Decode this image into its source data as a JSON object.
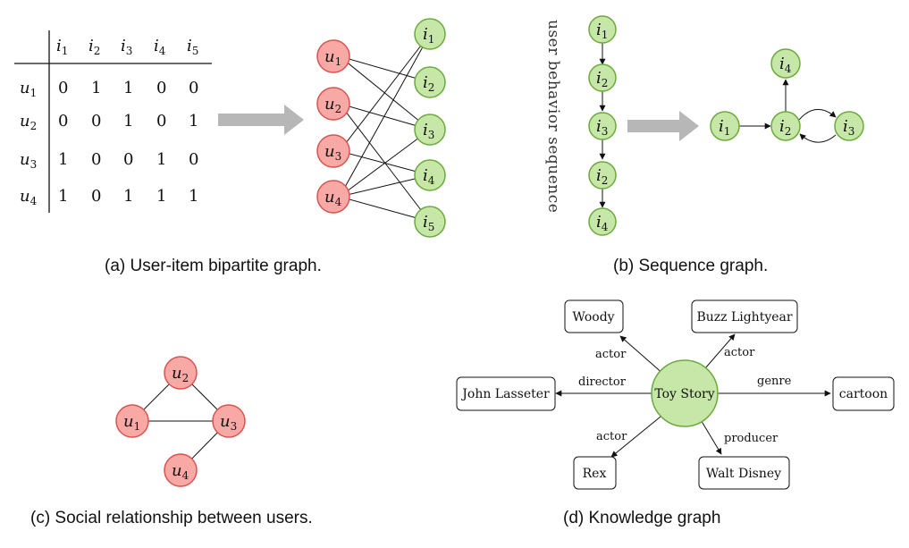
{
  "colors": {
    "user_fill": "#f8a9a5",
    "user_stroke": "#d9534f",
    "item_fill": "#c7e7a8",
    "item_stroke": "#6aab3c",
    "arrow_gray": "#b7b7b7",
    "edge": "#111111"
  },
  "panel_a": {
    "caption": "(a) User-item bipartite graph.",
    "table": {
      "columns": [
        {
          "base": "i",
          "sub": "1"
        },
        {
          "base": "i",
          "sub": "2"
        },
        {
          "base": "i",
          "sub": "3"
        },
        {
          "base": "i",
          "sub": "4"
        },
        {
          "base": "i",
          "sub": "5"
        }
      ],
      "rows": [
        {
          "base": "u",
          "sub": "1",
          "values": [
            "0",
            "1",
            "1",
            "0",
            "0"
          ]
        },
        {
          "base": "u",
          "sub": "2",
          "values": [
            "0",
            "0",
            "1",
            "0",
            "1"
          ]
        },
        {
          "base": "u",
          "sub": "3",
          "values": [
            "1",
            "0",
            "0",
            "1",
            "0"
          ]
        },
        {
          "base": "u",
          "sub": "4",
          "values": [
            "1",
            "0",
            "1",
            "1",
            "1"
          ]
        }
      ]
    },
    "users": [
      {
        "base": "u",
        "sub": "1"
      },
      {
        "base": "u",
        "sub": "2"
      },
      {
        "base": "u",
        "sub": "3"
      },
      {
        "base": "u",
        "sub": "4"
      }
    ],
    "items": [
      {
        "base": "i",
        "sub": "1"
      },
      {
        "base": "i",
        "sub": "2"
      },
      {
        "base": "i",
        "sub": "3"
      },
      {
        "base": "i",
        "sub": "4"
      },
      {
        "base": "i",
        "sub": "5"
      }
    ]
  },
  "panel_b": {
    "caption": "(b) Sequence graph.",
    "sequence_label": "user behavior sequence",
    "sequence": [
      {
        "base": "i",
        "sub": "1"
      },
      {
        "base": "i",
        "sub": "2"
      },
      {
        "base": "i",
        "sub": "3"
      },
      {
        "base": "i",
        "sub": "2"
      },
      {
        "base": "i",
        "sub": "4"
      }
    ],
    "graph_nodes": [
      {
        "base": "i",
        "sub": "1"
      },
      {
        "base": "i",
        "sub": "2"
      },
      {
        "base": "i",
        "sub": "3"
      },
      {
        "base": "i",
        "sub": "4"
      }
    ]
  },
  "panel_c": {
    "caption": "(c) Social relationship between users.",
    "nodes": [
      {
        "base": "u",
        "sub": "1"
      },
      {
        "base": "u",
        "sub": "2"
      },
      {
        "base": "u",
        "sub": "3"
      },
      {
        "base": "u",
        "sub": "4"
      }
    ]
  },
  "panel_d": {
    "caption": "(d) Knowledge graph",
    "center": "Toy Story",
    "entities": {
      "woody": "Woody",
      "buzz": "Buzz Lightyear",
      "lasseter": "John Lasseter",
      "cartoon": "cartoon",
      "rex": "Rex",
      "disney": "Walt Disney"
    },
    "relations": {
      "actor_woody": "actor",
      "actor_buzz": "actor",
      "director": "director",
      "genre": "genre",
      "actor_rex": "actor",
      "producer": "producer"
    }
  }
}
